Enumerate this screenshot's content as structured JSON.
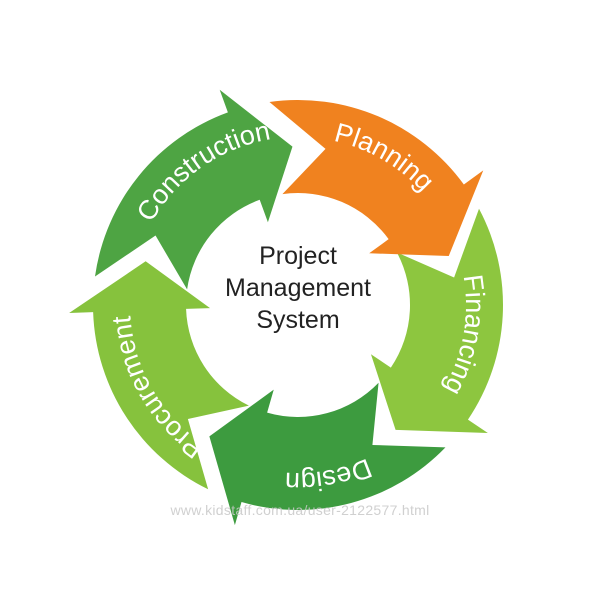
{
  "diagram": {
    "center": {
      "lines": [
        "Project",
        "Management",
        "System"
      ]
    },
    "segments": [
      {
        "label": "Planning",
        "color": "#f0821f"
      },
      {
        "label": "Financing",
        "color": "#8dc63f"
      },
      {
        "label": "Design",
        "color": "#3d9b3f"
      },
      {
        "label": "Procurement",
        "color": "#86c23d"
      },
      {
        "label": "Construction",
        "color": "#4ea443"
      }
    ]
  },
  "watermark": "www.kidstaff.com.ua/user-2122577.html"
}
